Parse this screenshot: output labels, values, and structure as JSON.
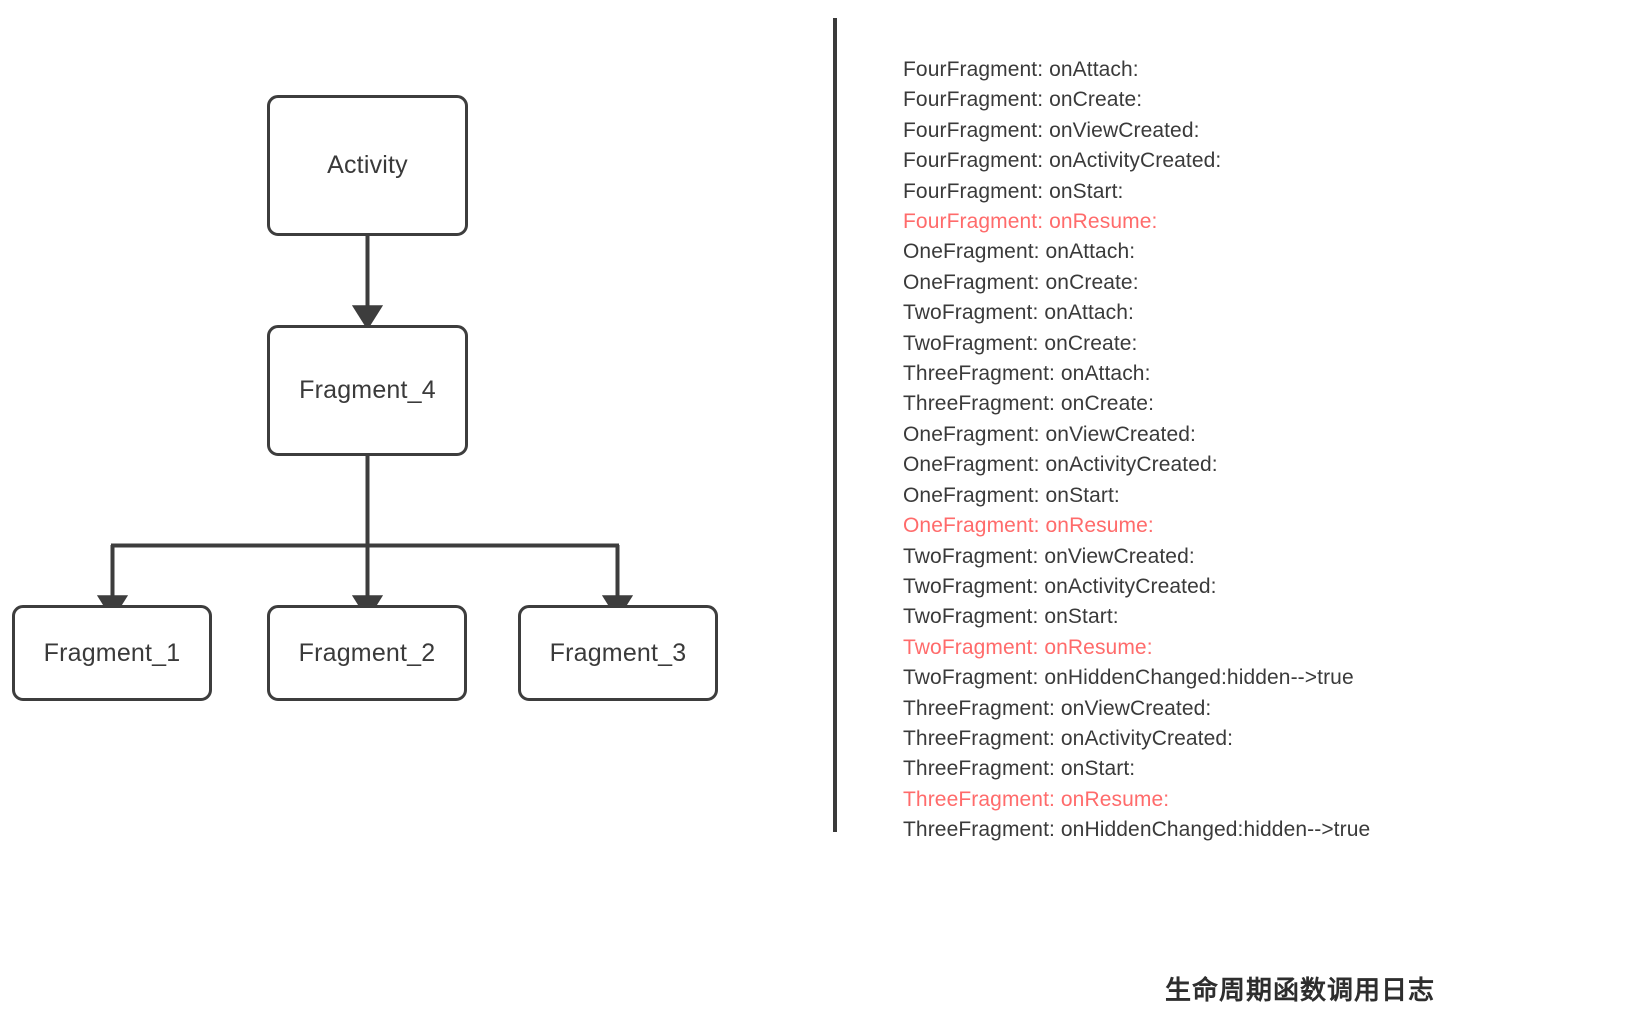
{
  "colors": {
    "stroke": "#3d3d3d",
    "text": "#3a3a3a",
    "highlight": "#ff6b6b",
    "background": "#ffffff"
  },
  "diagram": {
    "nodes": [
      {
        "id": "activity",
        "label": "Activity"
      },
      {
        "id": "fragment_4",
        "label": "Fragment_4"
      },
      {
        "id": "fragment_1",
        "label": "Fragment_1"
      },
      {
        "id": "fragment_2",
        "label": "Fragment_2"
      },
      {
        "id": "fragment_3",
        "label": "Fragment_3"
      }
    ],
    "edges": [
      {
        "from": "activity",
        "to": "fragment_4"
      },
      {
        "from": "fragment_4",
        "to": "fragment_1"
      },
      {
        "from": "fragment_4",
        "to": "fragment_2"
      },
      {
        "from": "fragment_4",
        "to": "fragment_3"
      }
    ]
  },
  "log": {
    "caption": "生命周期函数调用日志",
    "lines": [
      {
        "text": "FourFragment: onAttach:",
        "highlight": false
      },
      {
        "text": "FourFragment: onCreate:",
        "highlight": false
      },
      {
        "text": "FourFragment: onViewCreated:",
        "highlight": false
      },
      {
        "text": "FourFragment: onActivityCreated:",
        "highlight": false
      },
      {
        "text": "FourFragment: onStart:",
        "highlight": false
      },
      {
        "text": "FourFragment: onResume:",
        "highlight": true
      },
      {
        "text": "OneFragment: onAttach:",
        "highlight": false
      },
      {
        "text": "OneFragment: onCreate:",
        "highlight": false
      },
      {
        "text": "TwoFragment: onAttach:",
        "highlight": false
      },
      {
        "text": "TwoFragment: onCreate:",
        "highlight": false
      },
      {
        "text": "ThreeFragment: onAttach:",
        "highlight": false
      },
      {
        "text": "ThreeFragment: onCreate:",
        "highlight": false
      },
      {
        "text": "OneFragment: onViewCreated:",
        "highlight": false
      },
      {
        "text": "OneFragment: onActivityCreated:",
        "highlight": false
      },
      {
        "text": "OneFragment: onStart:",
        "highlight": false
      },
      {
        "text": "OneFragment: onResume:",
        "highlight": true
      },
      {
        "text": "TwoFragment: onViewCreated:",
        "highlight": false
      },
      {
        "text": "TwoFragment: onActivityCreated:",
        "highlight": false
      },
      {
        "text": "TwoFragment: onStart:",
        "highlight": false
      },
      {
        "text": "TwoFragment: onResume:",
        "highlight": true
      },
      {
        "text": "TwoFragment: onHiddenChanged:hidden-->true",
        "highlight": false
      },
      {
        "text": "ThreeFragment: onViewCreated:",
        "highlight": false
      },
      {
        "text": "ThreeFragment: onActivityCreated:",
        "highlight": false
      },
      {
        "text": "ThreeFragment: onStart:",
        "highlight": false
      },
      {
        "text": "ThreeFragment: onResume:",
        "highlight": true
      },
      {
        "text": "ThreeFragment: onHiddenChanged:hidden-->true",
        "highlight": false
      }
    ]
  }
}
